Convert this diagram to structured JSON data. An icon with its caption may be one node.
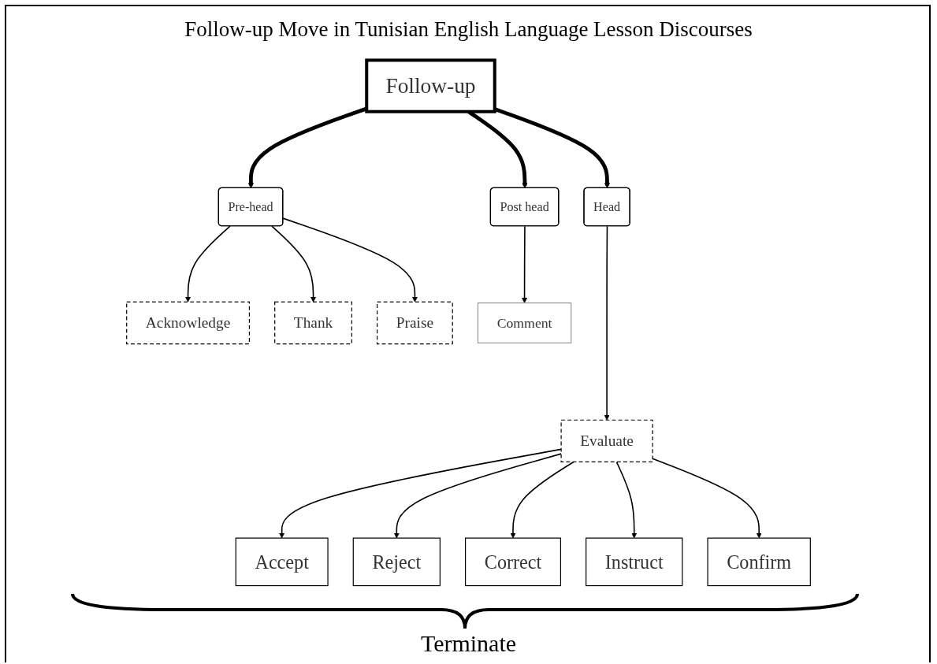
{
  "diagram": {
    "title": "Follow-up Move in Tunisian English Language Lesson Discourses",
    "nodes": [
      {
        "text": [
          "Follow-up"
        ]
      },
      {
        "text": [
          "Pre-head"
        ]
      },
      {
        "text": [
          "Head"
        ]
      },
      {
        "text": [
          "Post  head"
        ]
      },
      {
        "text": [
          "Acknowledge"
        ]
      },
      {
        "text": [
          "Thank"
        ]
      },
      {
        "text": [
          "Praise"
        ]
      },
      {
        "text": [
          "Comment"
        ]
      },
      {
        "text": [
          "Evaluate"
        ]
      },
      {
        "text": [
          "Accept"
        ]
      },
      {
        "text": [
          "Reject"
        ]
      },
      {
        "text": [
          "Correct"
        ]
      },
      {
        "text": [
          "Instruct"
        ]
      },
      {
        "text": [
          "Confirm"
        ]
      }
    ],
    "edges": [
      {
        "from": 0,
        "to": 1,
        "arrow": "to",
        "style": "thick"
      },
      {
        "from": 0,
        "to": 2,
        "arrow": "to",
        "style": "thick"
      },
      {
        "from": 0,
        "to": 3,
        "arrow": "to",
        "style": "thick"
      },
      {
        "from": 1,
        "to": 4,
        "arrow": "to"
      },
      {
        "from": 1,
        "to": 5,
        "arrow": "to"
      },
      {
        "from": 1,
        "to": 6,
        "arrow": "to"
      },
      {
        "from": 3,
        "to": 7,
        "arrow": "to"
      },
      {
        "from": 2,
        "to": 8,
        "arrow": "to"
      },
      {
        "from": 8,
        "to": 9,
        "arrow": "to"
      },
      {
        "from": 8,
        "to": 10,
        "arrow": "to"
      },
      {
        "from": 8,
        "to": 11,
        "arrow": "to"
      },
      {
        "from": 8,
        "to": 12,
        "arrow": "to"
      },
      {
        "from": 8,
        "to": 13,
        "arrow": "to"
      }
    ],
    "labels": [
      "Terminate"
    ]
  }
}
